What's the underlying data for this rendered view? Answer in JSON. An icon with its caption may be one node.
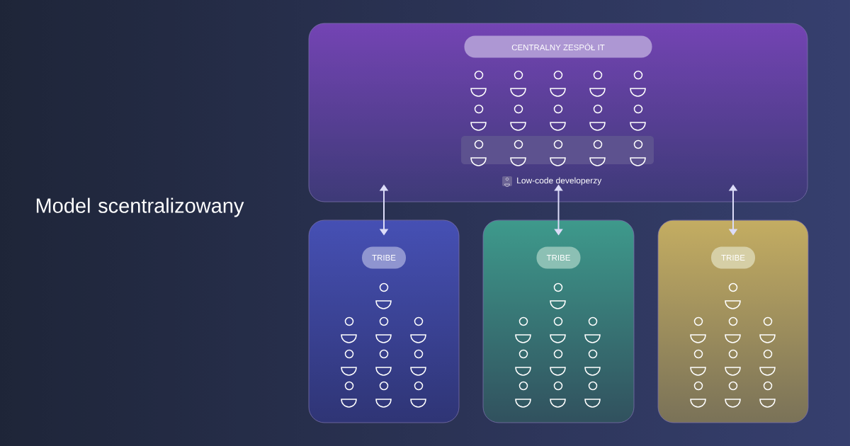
{
  "diagram": {
    "title": "Model scentralizowany",
    "nodes": [
      {
        "text": [
          "CENTRALNY ZESPÓŁ IT"
        ]
      },
      {
        "text": [
          "TRIBE"
        ]
      },
      {
        "text": [
          "TRIBE"
        ]
      },
      {
        "text": [
          "TRIBE"
        ]
      }
    ],
    "edges": [
      {
        "from": 0,
        "to": 1,
        "arrow": "both"
      },
      {
        "from": 0,
        "to": 2,
        "arrow": "both"
      },
      {
        "from": 0,
        "to": 3,
        "arrow": "both"
      }
    ],
    "legend": [
      {
        "text": "Low-code developerzy"
      }
    ]
  }
}
